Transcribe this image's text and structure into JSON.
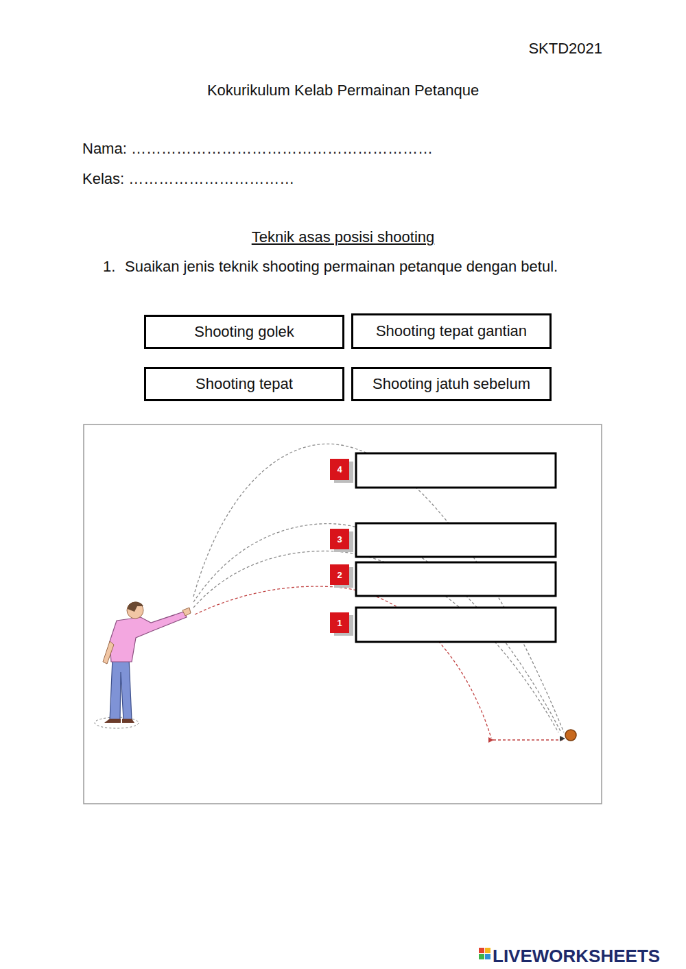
{
  "diagram": {
    "title": "Kokurikulum Kelab Permainan Petanque",
    "nodes": [
      {
        "text": [
          "Shooting golek"
        ]
      },
      {
        "text": [
          "Shooting tepat gantian"
        ]
      },
      {
        "text": [
          "Shooting tepat"
        ]
      },
      {
        "text": [
          "Shooting jatuh sebelum"
        ]
      },
      {
        "text": [
          "4"
        ]
      },
      {
        "text": [
          "3"
        ]
      },
      {
        "text": [
          "2"
        ]
      },
      {
        "text": [
          "1"
        ]
      }
    ],
    "labels": [
      "SKTD2021",
      "Nama: ……………………………………………………",
      "Kelas: ……………………………",
      "Teknik asas posisi shooting",
      "1.",
      "Suaikan jenis teknik shooting permainan petanque dengan betul.",
      "LIVEWORKSHEETS"
    ]
  }
}
